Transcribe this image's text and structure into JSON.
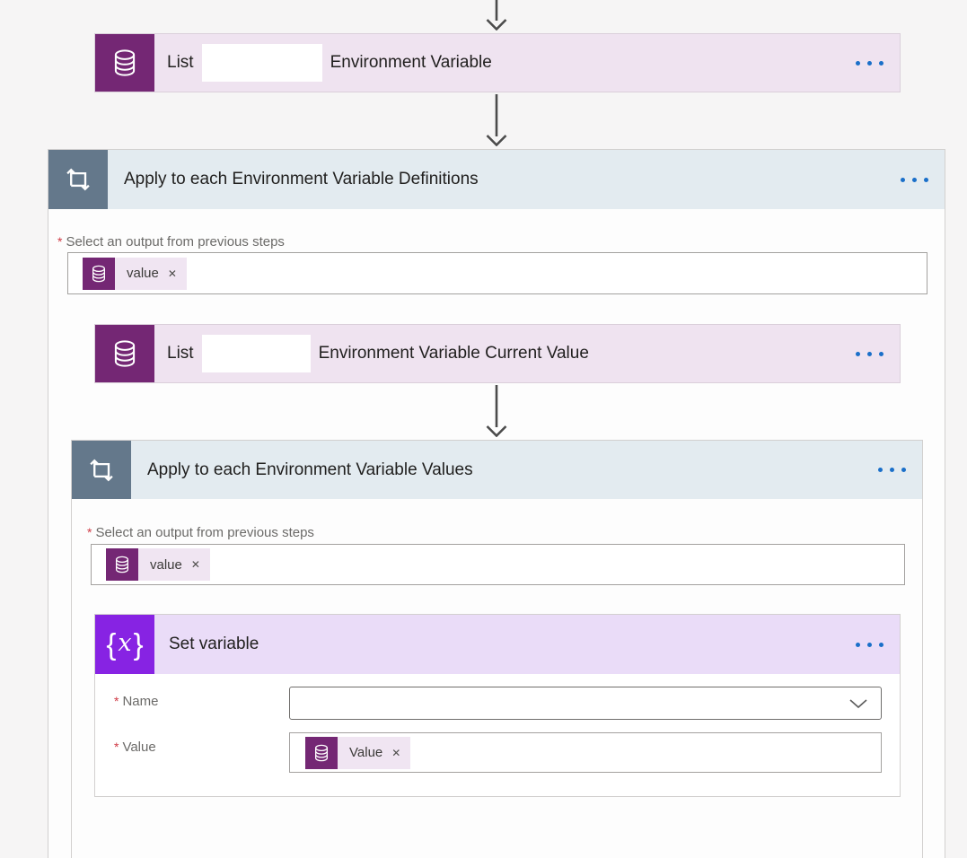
{
  "colors": {
    "canvas_bg": "#f6f5f5",
    "container_bg": "#fdfdfd",
    "container_border": "#d2d0cf",
    "loop_header_bg": "#e3ebf0",
    "loop_tile": "#64788b",
    "dataverse_purple": "#742774",
    "dataverse_card_bg": "#efe3f0",
    "dataverse_card_border": "#dacfda",
    "variable_purple": "#8723e3",
    "variable_card_bg": "#eadcf8",
    "ellipsis_blue": "#1a6fc9",
    "asterisk_red": "#cf3a45",
    "title_text": "#201f1e",
    "label_text": "#6b6a68",
    "input_border": "#a3a19f",
    "token_chip_bg": "#f0e5f2",
    "arrow_gray": "#4b4b4b"
  },
  "ui": {
    "required_marker": "*",
    "token_remove": "✕"
  },
  "icons": {
    "dataverse": "database-icon",
    "apply_to_each": "loop-arrows-icon",
    "set_variable": "curly-braces-x-icon",
    "menu": "ellipsis-horizontal-icon",
    "dropdown": "chevron-down-icon",
    "remove_token": "x-cross-icon"
  },
  "nodes": {
    "card1": {
      "title_prefix": "List",
      "title_suffix": "Environment Variable"
    },
    "loop1": {
      "title": "Apply to each Environment Variable Definitions",
      "field_label": "Select an output from previous steps",
      "token_label": "value"
    },
    "card2": {
      "title_prefix": "List",
      "title_suffix": "Environment Variable Current Value"
    },
    "loop2": {
      "title": "Apply to each Environment Variable Values",
      "field_label": "Select an output from previous steps",
      "token_label": "value"
    },
    "set_variable": {
      "title": "Set variable",
      "name_label": "Name",
      "value_label": "Value",
      "value_token_label": "Value"
    }
  }
}
